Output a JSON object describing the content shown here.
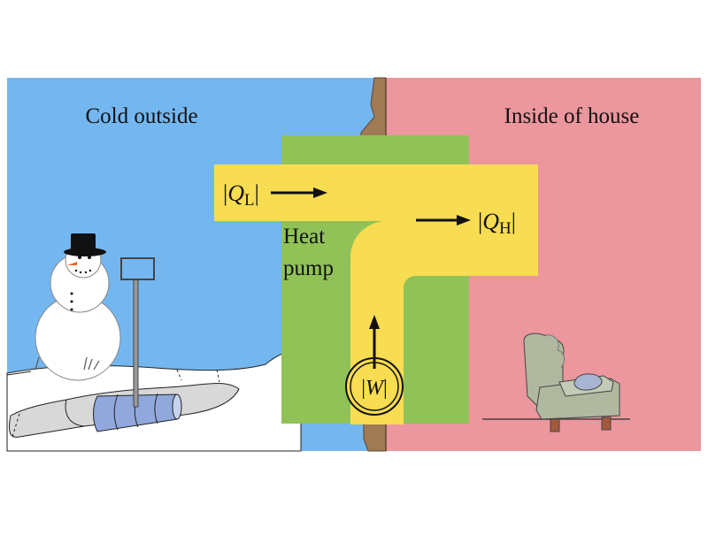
{
  "labels": {
    "left_region": "Cold outside",
    "right_region": "Inside of house",
    "device_line1": "Heat",
    "device_line2": "pump"
  },
  "quantities": {
    "q_low": {
      "bar": "|",
      "symbol": "Q",
      "subscript": "L"
    },
    "q_high": {
      "bar": "|",
      "symbol": "Q",
      "subscript": "H"
    },
    "work": {
      "bar": "|",
      "symbol": "W"
    }
  },
  "colors": {
    "outside": "#74b7f0",
    "inside": "#ec969d",
    "heat_pump": "#90c258",
    "heat_flow": "#f8dc51",
    "wall": "#a07a55",
    "snow": "#ffffff",
    "ground": "#d8d8d8",
    "pipe": "#90a8dc",
    "chair": "#b0b8a0",
    "chair_legs": "#a15a3c"
  },
  "icons": [
    "snowman-icon",
    "snow-shovel-icon",
    "buried-pipe-icon",
    "armchair-icon",
    "wall-icon"
  ]
}
